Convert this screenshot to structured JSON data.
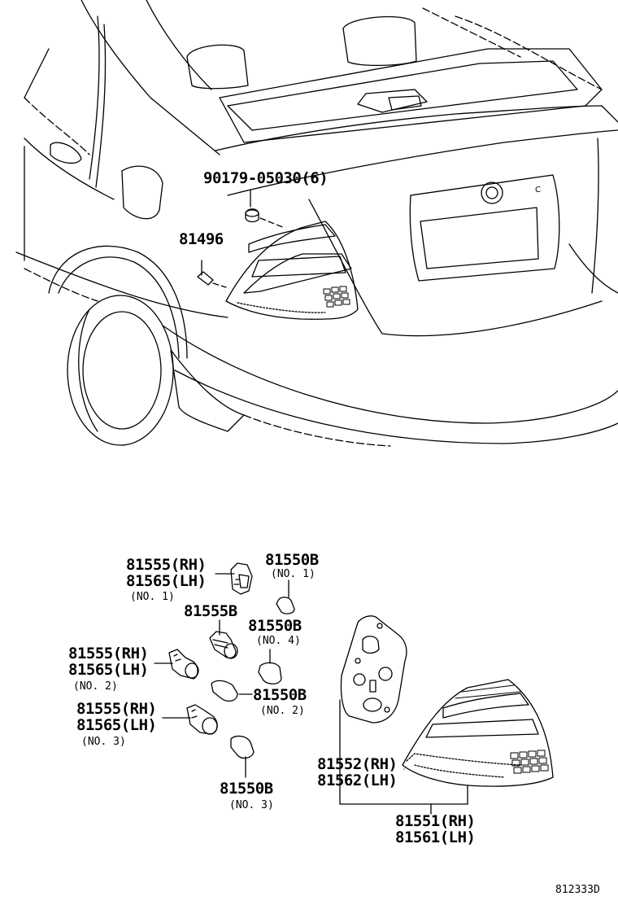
{
  "diagram": {
    "code": "812333D",
    "callouts": {
      "bolt": "90179-05030(6)",
      "clip": "81496",
      "socket_no1_rh": "81555(RH)",
      "socket_no1_lh": "81565(LH)",
      "socket_no1_note": "(NO. 1)",
      "bulb_no1_part": "81550B",
      "bulb_no1_note": "(NO. 1)",
      "socket_b": "81555B",
      "bulb_no4_part": "81550B",
      "bulb_no4_note": "(NO. 4)",
      "socket_no2_rh": "81555(RH)",
      "socket_no2_lh": "81565(LH)",
      "socket_no2_note": "(NO. 2)",
      "bulb_no2_part": "81550B",
      "bulb_no2_note": "(NO. 2)",
      "socket_no3_rh": "81555(RH)",
      "socket_no3_lh": "81565(LH)",
      "socket_no3_note": "(NO. 3)",
      "bulb_no3_part": "81550B",
      "bulb_no3_note": "(NO. 3)",
      "gasket_rh": "81552(RH)",
      "gasket_lh": "81562(LH)",
      "lamp_rh": "81551(RH)",
      "lamp_lh": "81561(LH)"
    }
  }
}
